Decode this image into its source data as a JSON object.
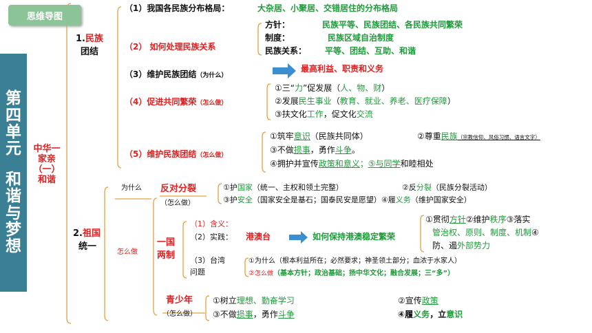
{
  "tag": {
    "label": "思维导图"
  },
  "unit": {
    "chars": [
      "第",
      "四",
      "单",
      "元",
      "",
      "和",
      "谐",
      "与",
      "梦",
      "想"
    ]
  },
  "center": {
    "line1": "中华一",
    "line2": "家亲",
    "line3": "（一）",
    "line4": "和谐"
  },
  "b1": {
    "num": "1.",
    "t1": "民族",
    "t2": "团结",
    "i1": {
      "label": "（1）我国各民族分布格局：",
      "value": "大杂居、小聚居、交错居住的分布格局"
    },
    "i2": {
      "label": "（2）  如何处理民族关系",
      "r1k": "方针：",
      "r1v": "民族平等、民族团结、各民族共同繁荣",
      "r2k": "制度：",
      "r2v": "民族区域自治制度",
      "r3k": "民族关系：",
      "r3v": "平等、团结、互助、和谐"
    },
    "i3": {
      "label": "（3）维护民族团结",
      "note": "（为什么）",
      "value": "最高利益、职责和义务"
    },
    "i4": {
      "label": "（4）促进共同繁荣",
      "note": "（怎么做）",
      "l1a": "①三“",
      "l1b": "力",
      "l1c": "”促发展（",
      "l1d": "人、物、财",
      "l1e": "）",
      "l2a": "②发展",
      "l2b": "民生事业",
      "l2c": "（",
      "l2d": "教育、就业、养老、医疗保障",
      "l2e": "）",
      "l3a": "③扶文化",
      "l3b": "工作",
      "l3c": "，促文化",
      "l3d": "交流"
    },
    "i5": {
      "label": "（5）维护民族团结",
      "note": "（怎么做）",
      "l1a": "①筑牢",
      "l1b": "意识",
      "l1c": "（民族共同体）",
      "l1d": "②尊重",
      "l1e": "民族",
      "l1f": "（宗教信仰、风俗习惯、语言文字）",
      "l2a": "③不做",
      "l2b": "损事",
      "l2c": "，勇作",
      "l2d": "斗争",
      "l2e": "。",
      "l3a": "④拥护并宣传",
      "l3b": "政策和意义",
      "l3c": "；",
      "l3d": "⑤与同学",
      "l3e": "和睦相处"
    }
  },
  "b2": {
    "num": "2.",
    "t1": "祖国",
    "t2": "统一",
    "why": "为什么",
    "how": "怎么做",
    "fan": {
      "label": "反对分裂",
      "note": "（怎么做）",
      "l1a": "①护",
      "l1b": "国家",
      "l1c": "（统一、主权和领土完整）",
      "l1d": "②反",
      "l1e": "分裂",
      "l1f": "（民族分裂活动）",
      "l2a": "③护",
      "l2b": "安全",
      "l2c": "（国家安全是基石；国泰民安是愿望）④履",
      "l2d": "义务",
      "l2e": "（维护国家安全）"
    },
    "gl": {
      "t1": "一国",
      "t2": "两制",
      "s1": "（1）含义：",
      "s2": "（2）实践：",
      "s2v": "港澳台",
      "s2r": "如何保持港澳稳定繁荣",
      "box1a": "①贯彻",
      "box1b": "方针",
      "box1c": "②维护",
      "box1d": "秩序",
      "box1e": "③落实",
      "box2": "管治权、原则、制度、机制",
      "box2b": "④",
      "box3a": "防、遏",
      "box3b": "外部势力",
      "s3a": "（3）台湾",
      "s3b": "问题",
      "tw1": "①为什么（根本利益所在；必然要求；神圣领土部分；血浓于水家人）",
      "tw2a": "②",
      "tw2b": "怎么做",
      "tw2c": "（基本方针；政治基础；扬中华文化；融合发展；三“多”）"
    },
    "youth": {
      "label": "青少年",
      "note": "（怎么做）",
      "l1a": "①树立",
      "l1b": "理想、勤奋学习",
      "l1c": "②宣传",
      "l1d": "政策",
      "l2a": "③不做",
      "l2b": "损事",
      "l2c": "，勇作",
      "l2d": "斗争",
      "l2e": "④履",
      "l2f": "义务",
      "l2g": "，立",
      "l2h": "意识"
    }
  }
}
